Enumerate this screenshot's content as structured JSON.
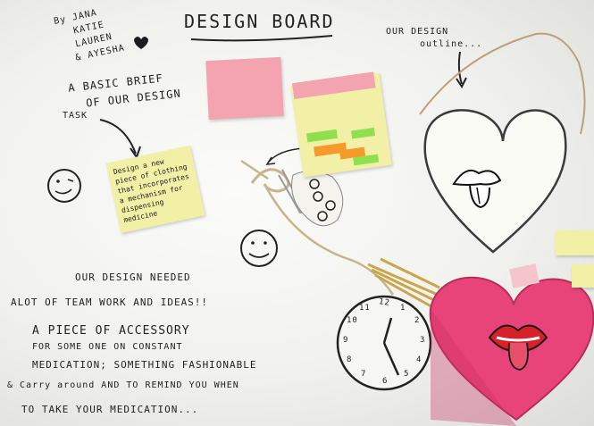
{
  "board": {
    "title": "DESIGN BOARD",
    "authors": [
      "By JANA",
      "KATIE",
      "LAUREN",
      "& AYESHA"
    ],
    "brief_label": [
      "A BASIC BRIEF",
      "OF OUR DESIGN"
    ],
    "task_label": "TASK",
    "outline_label": [
      "OUR DESIGN",
      "outline..."
    ],
    "teamwork_lines": [
      "OUR DESIGN NEEDED",
      "ALOT OF TEAM WORK AND IDEAS!!"
    ],
    "brief_lines": [
      "A PIECE OF ACCESSORY",
      "FOR SOME ONE ON CONSTANT",
      "MEDICATION; SOMETHING FASHIONABLE",
      "& Carry around AND TO REMIND YOU WHEN",
      "TO TAKE YOUR MEDICATION..."
    ],
    "yellow_note": [
      "Design a new",
      "piece of clothing",
      "that incorporates",
      "a mechanism for",
      "dispensing medicine"
    ],
    "clock_numbers": [
      "12",
      "1",
      "2",
      "3",
      "4",
      "5",
      "6",
      "7",
      "8",
      "9",
      "10",
      "11"
    ]
  },
  "colors": {
    "pink_note": "#f4a3b1",
    "yellow_note": "#f2f0a6",
    "heart_box": "#e8447a",
    "orange_tab": "#f59a2b",
    "green_tab": "#8fe04f"
  }
}
